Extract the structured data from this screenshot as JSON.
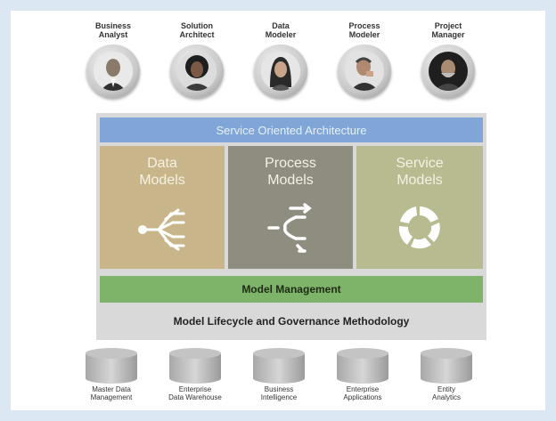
{
  "roles": [
    {
      "label": "Business\nAnalyst",
      "avatar": "portrait-photo"
    },
    {
      "label": "Solution\nArchitect",
      "avatar": "portrait-photo"
    },
    {
      "label": "Data\nModeler",
      "avatar": "portrait-photo"
    },
    {
      "label": "Process\nModeler",
      "avatar": "portrait-photo"
    },
    {
      "label": "Project\nManager",
      "avatar": "portrait-photo"
    }
  ],
  "architecture": {
    "soa_label": "Service Oriented Architecture",
    "models": [
      {
        "label": "Data\nModels",
        "icon": "tree-branch-icon",
        "color": "#c8b68a"
      },
      {
        "label": "Process\nModels",
        "icon": "process-flow-icon",
        "color": "#8f8c80"
      },
      {
        "label": "Service\nModels",
        "icon": "service-ring-icon",
        "color": "#b7bb8f"
      }
    ],
    "model_management_label": "Model Management",
    "lifecycle_label": "Model Lifecycle and Governance Methodology"
  },
  "databases": [
    {
      "label": "Master Data\nManagement",
      "icon": "database-icon"
    },
    {
      "label": "Enterprise\nData Warehouse",
      "icon": "database-icon"
    },
    {
      "label": "Business\nIntelligence",
      "icon": "database-icon"
    },
    {
      "label": "Enterprise\nApplications",
      "icon": "database-icon"
    },
    {
      "label": "Entity\nAnalytics",
      "icon": "database-icon"
    }
  ],
  "colors": {
    "soa": "#7fa6d6",
    "model_management": "#7eb36a",
    "frame": "#dbe7f2"
  }
}
